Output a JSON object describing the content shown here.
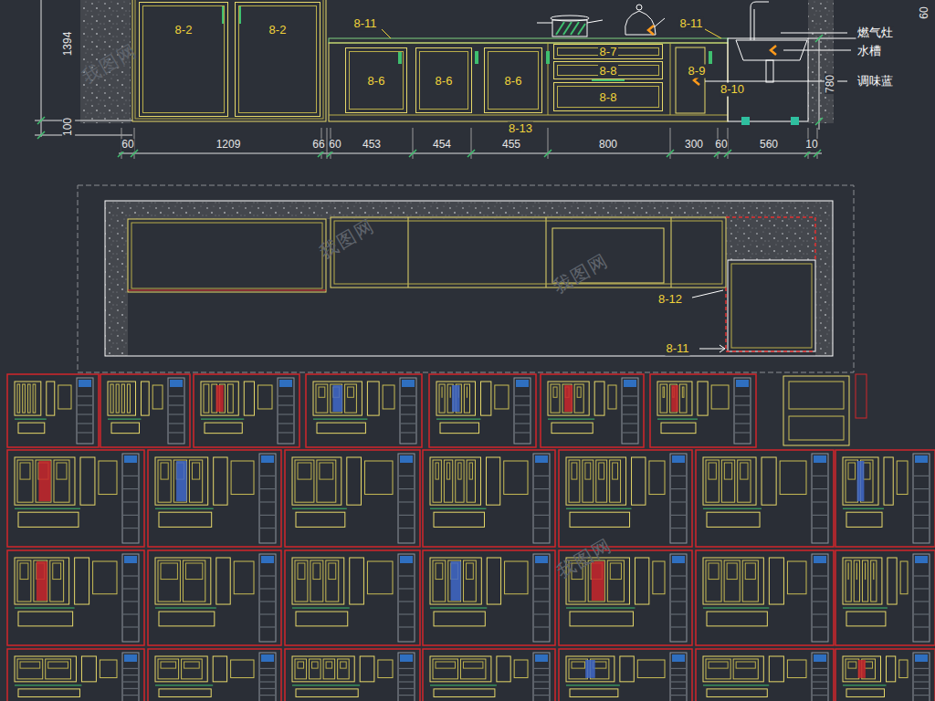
{
  "diagram": {
    "nodes": [
      {
        "text": [
          "8-2"
        ]
      },
      {
        "text": [
          "8-2"
        ]
      },
      {
        "text": [
          "8-6"
        ]
      },
      {
        "text": [
          "8-6"
        ]
      },
      {
        "text": [
          "8-6"
        ]
      },
      {
        "text": [
          "8-7"
        ]
      },
      {
        "text": [
          "8-8"
        ]
      },
      {
        "text": [
          "8-8"
        ]
      }
    ],
    "labels": [
      "1394",
      "100",
      "60",
      "8-11",
      "8-11",
      "8-9",
      "8-10",
      "8-13",
      "燃气灶",
      "水槽",
      "调味蓝",
      "780",
      "60",
      "1209",
      "66",
      "60",
      "453",
      "454",
      "455",
      "800",
      "300",
      "60",
      "560",
      "10",
      "8-12",
      "8-11",
      "我图网",
      "我图网",
      "我图网",
      "我图网"
    ]
  }
}
